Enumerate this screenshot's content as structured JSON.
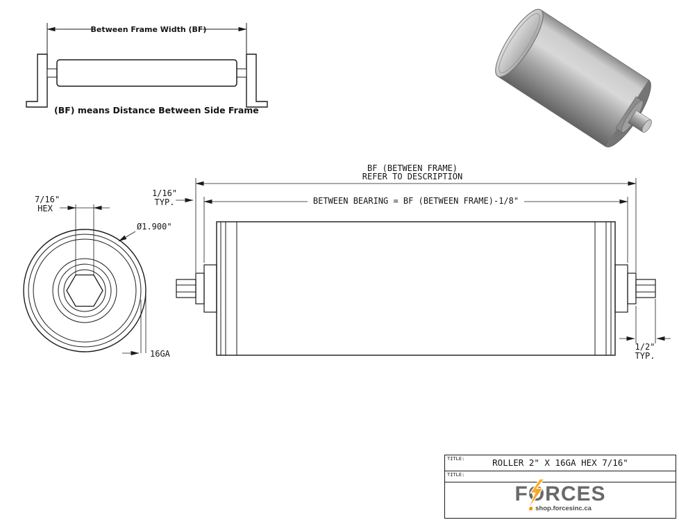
{
  "inset_diagram": {
    "dimension_label": "Between Frame Width (BF)",
    "caption": "(BF) means Distance Between Side Frame"
  },
  "end_view": {
    "hex_dim_line1": "7/16\"",
    "hex_dim_line2": "HEX",
    "diameter_label": "Ø1.900\"",
    "gauge_label": "16GA"
  },
  "side_view": {
    "bf_dim_line1": "BF (BETWEEN FRAME)",
    "bf_dim_line2": "REFER TO DESCRIPTION",
    "between_bearing_label": "BETWEEN BEARING = BF (BETWEEN FRAME)-1/8\"",
    "gap_dim_line1": "1/16\"",
    "gap_dim_line2": "TYP.",
    "shaft_dim_line1": "1/2\"",
    "shaft_dim_line2": "TYP."
  },
  "title_block": {
    "title_label_1": "TITLE:",
    "title_label_2": "TITLE:",
    "title": "ROLLER 2\" X 16GA HEX 7/16\"",
    "brand_f": "F",
    "brand_o": "O",
    "brand_rest": "RCES",
    "website": "shop.forcesinc.ca"
  },
  "colors": {
    "line": "#1a1a1a",
    "brand_gray": "#69696b",
    "bolt_orange": "#f28c0f",
    "bolt_yellow": "#fdc341"
  }
}
